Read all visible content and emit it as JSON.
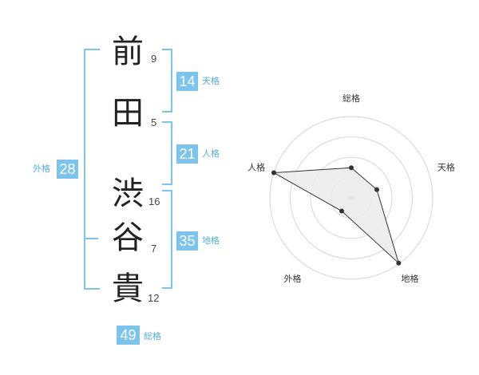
{
  "name": {
    "chars": [
      {
        "char": "前",
        "strokes": "9"
      },
      {
        "char": "田",
        "strokes": "5"
      },
      {
        "char": "渋",
        "strokes": "16"
      },
      {
        "char": "谷",
        "strokes": "7"
      },
      {
        "char": "貴",
        "strokes": "12"
      }
    ]
  },
  "kakusu": {
    "tenkaku": {
      "label": "天格",
      "value": "14"
    },
    "jinkaku": {
      "label": "人格",
      "value": "21"
    },
    "chikaku": {
      "label": "地格",
      "value": "35"
    },
    "gaikaku": {
      "label": "外格",
      "value": "28"
    },
    "soukaku": {
      "label": "総格",
      "value": "49"
    }
  },
  "colors": {
    "accent": "#7cc4ec",
    "label": "#56aee0",
    "fill": "#ebebeb",
    "ring": "#d6d6d6"
  },
  "chart_data": {
    "type": "radar",
    "axes": [
      "総格",
      "天格",
      "地格",
      "外格",
      "人格"
    ],
    "values": [
      0.37,
      0.33,
      0.99,
      0.2,
      1.0
    ],
    "ring_count": 4,
    "value_range": [
      0,
      1
    ]
  }
}
